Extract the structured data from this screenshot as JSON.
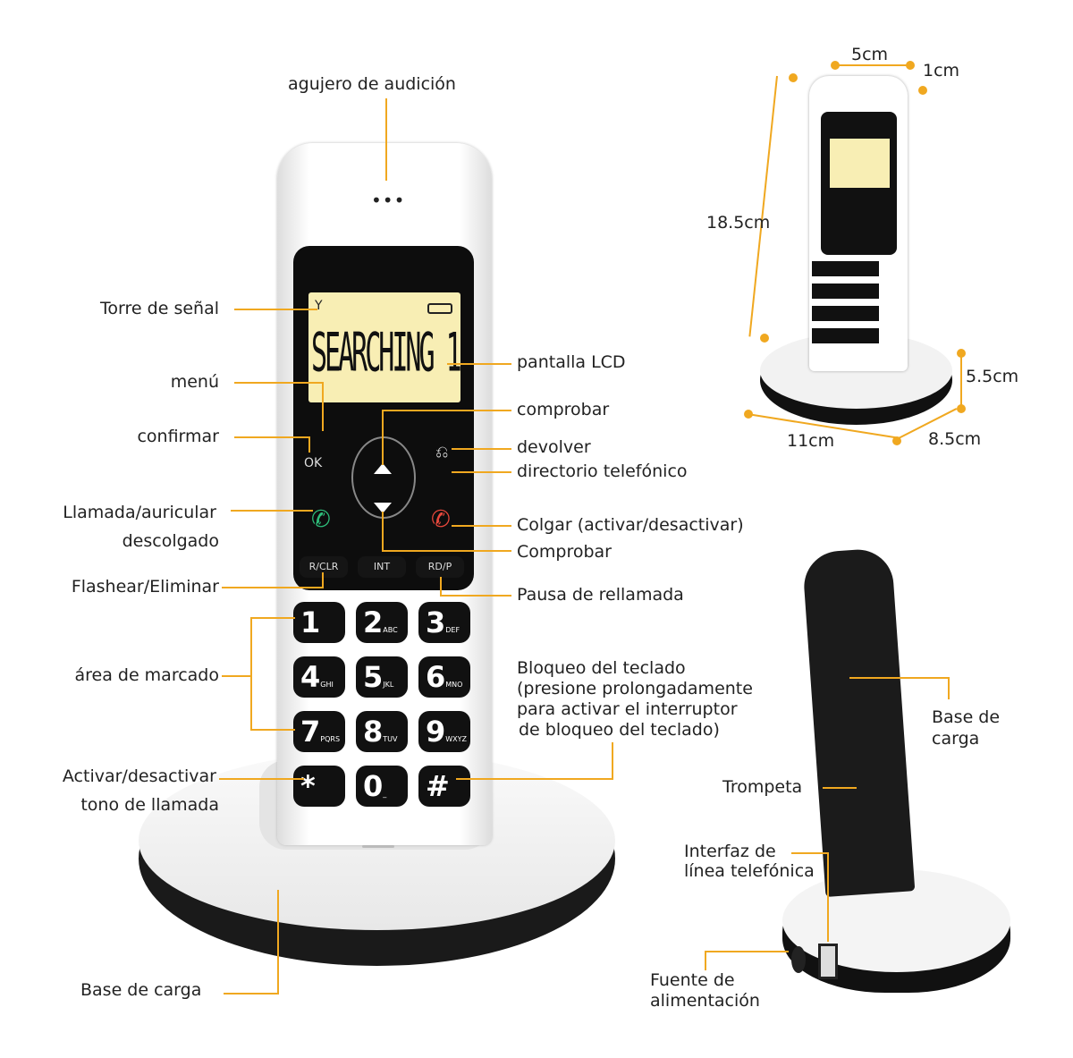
{
  "labels": {
    "earpiece": "agujero de audición",
    "signal": "Torre de señal",
    "menu": "menú",
    "confirm": "confirmar",
    "call1": "Llamada/auricular",
    "call2": "descolgado",
    "flash": "Flashear/Eliminar",
    "dial": "área de marcado",
    "ring1": "Activar/desactivar",
    "ring2": "tono de llamada",
    "base": "Base de carga",
    "lcd": "pantalla LCD",
    "check_up": "comprobar",
    "back": "devolver",
    "phonebook": "directorio telefónico",
    "hangup": "Colgar (activar/desactivar)",
    "check_down": "Comprobar",
    "redial": "Pausa de rellamada",
    "lock": [
      "Bloqueo del teclado",
      "(presione prolongadamente",
      "para activar el interruptor",
      "de bloqueo del teclado)"
    ],
    "side_base": [
      "Base de",
      "carga"
    ],
    "speaker": "Trompeta",
    "line": [
      "Interfaz de",
      "línea telefónica"
    ],
    "power": [
      "Fuente de",
      "alimentación"
    ]
  },
  "dimensions": {
    "width": "5cm",
    "depth": "1cm",
    "height": "18.5cm",
    "base_height": "5.5cm",
    "base_width": "11cm",
    "base_depth": "8.5cm"
  },
  "phone": {
    "lcd_text": "SEARCHING 1",
    "ok": "OK",
    "function_keys": [
      "R/CLR",
      "INT",
      "RD/P"
    ],
    "keys": [
      [
        "1",
        ""
      ],
      [
        "2",
        "ABC"
      ],
      [
        "3",
        "DEF"
      ],
      [
        "4",
        "GHI"
      ],
      [
        "5",
        "JKL"
      ],
      [
        "6",
        "MNO"
      ],
      [
        "7",
        "PQRS"
      ],
      [
        "8",
        "TUV"
      ],
      [
        "9",
        "WXYZ"
      ],
      [
        "*",
        ""
      ],
      [
        "0",
        "_"
      ],
      [
        "#",
        ""
      ]
    ]
  },
  "colors": {
    "accent": "#f0a820",
    "lcd": "#f8eeb4",
    "call": "#2ebd7a",
    "hangup": "#e8483c"
  }
}
